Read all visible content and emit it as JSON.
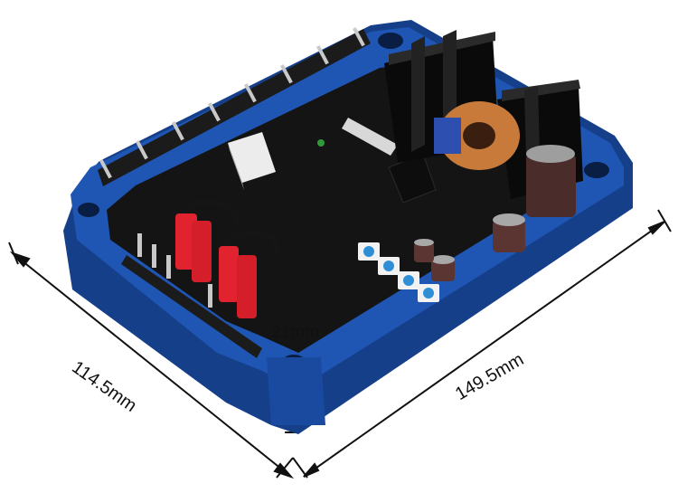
{
  "dimensions": {
    "width": "114.5mm",
    "length": "149.5mm",
    "height": "21mm"
  },
  "colors": {
    "housing": "#1f56b4",
    "housing_dark": "#163f8a",
    "board": "#141414",
    "heatsink": "#0a0a0a",
    "connector_red": "#e0232f",
    "capacitor": "#4a2c2a",
    "coil": "#c87a3a",
    "pin": "#c9c9c9"
  }
}
